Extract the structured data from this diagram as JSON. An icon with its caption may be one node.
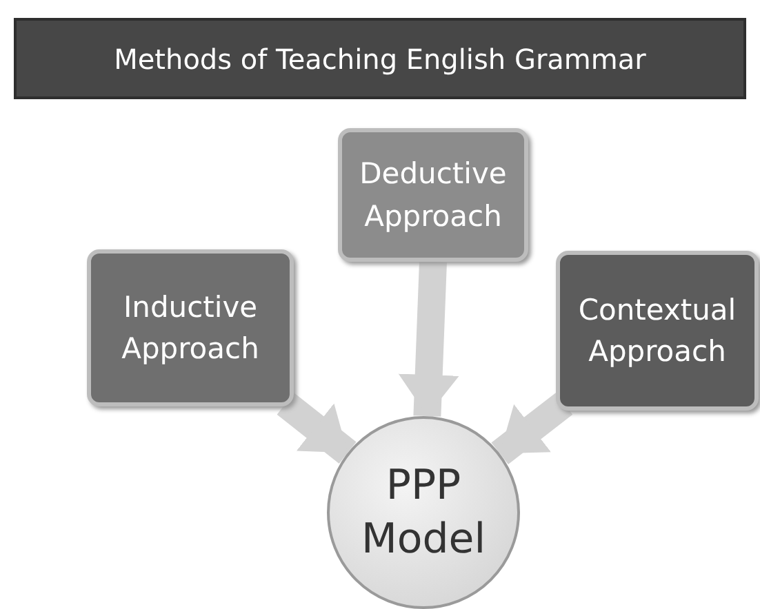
{
  "diagram": {
    "title": "Methods of Teaching English Grammar",
    "nodes": [
      {
        "text": [
          "Deductive Approach"
        ]
      },
      {
        "text": [
          "Inductive Approach"
        ]
      },
      {
        "text": [
          "Contextual Approach"
        ]
      },
      {
        "text": [
          "PPP Model"
        ]
      }
    ],
    "edges": [
      {
        "from": 0,
        "to": 3,
        "arrow": "to"
      },
      {
        "from": 1,
        "to": 3,
        "arrow": "to"
      },
      {
        "from": 2,
        "to": 3,
        "arrow": "to"
      }
    ]
  }
}
